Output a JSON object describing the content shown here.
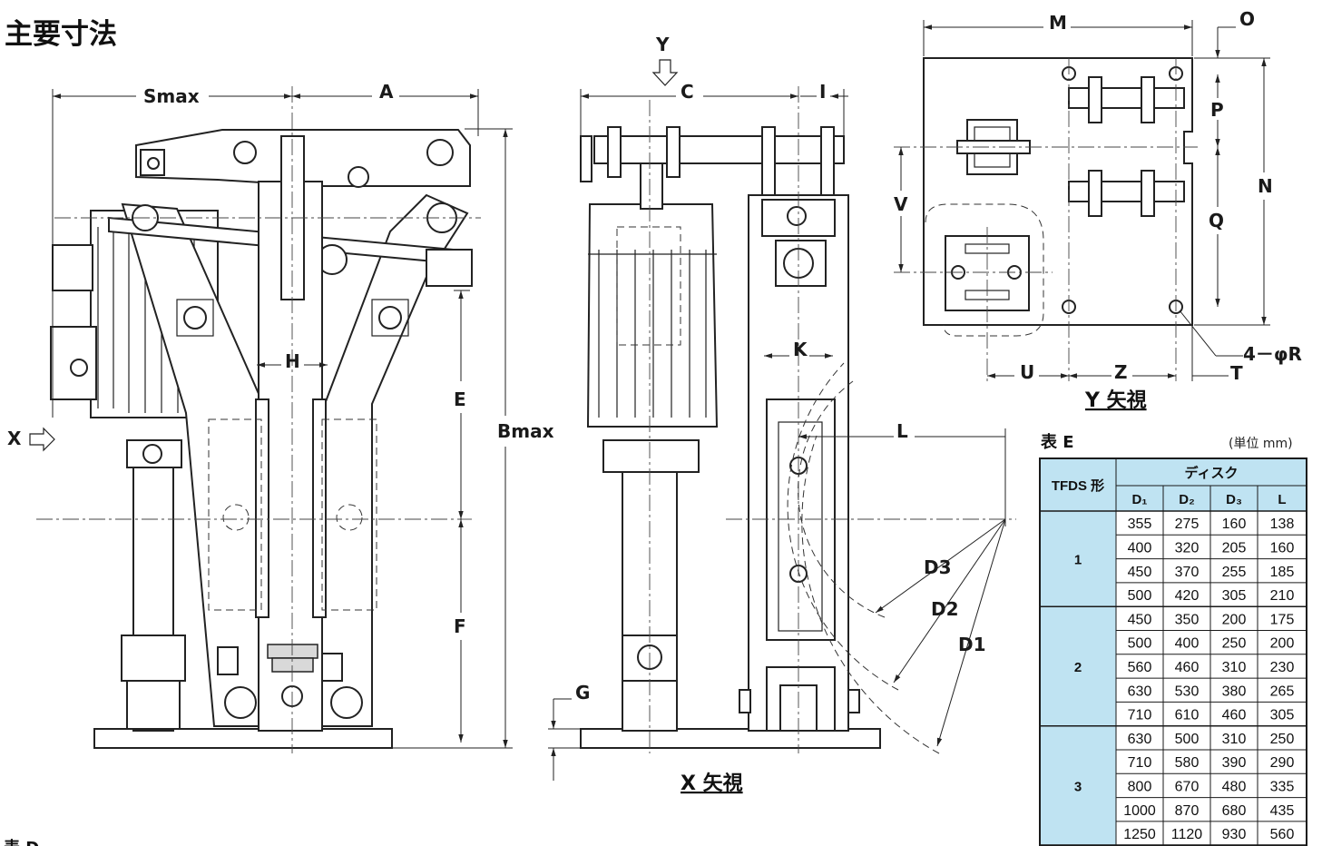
{
  "title": "主要寸法",
  "views": {
    "x_view": "X 矢視",
    "y_view": "Y 矢視"
  },
  "arrows": {
    "x": "X",
    "y": "Y"
  },
  "dimensions": {
    "smax": "Smax",
    "a": "A",
    "bmax": "Bmax",
    "e": "E",
    "f": "F",
    "h": "H",
    "c": "C",
    "i": "I",
    "k": "K",
    "l": "L",
    "g": "G",
    "d1": "D1",
    "d2": "D2",
    "d3": "D3",
    "m": "M",
    "o": "O",
    "n": "N",
    "p": "P",
    "q": "Q",
    "v": "V",
    "u": "U",
    "z": "Z",
    "t": "T",
    "r": "4－φR"
  },
  "table": {
    "caption": "表 E",
    "unit": "(単位 mm)",
    "col_model": "TFDS 形",
    "col_group": "ディスク",
    "cols": [
      "D₁",
      "D₂",
      "D₃",
      "L"
    ],
    "groups": [
      {
        "model": "1",
        "rows": [
          [
            "355",
            "275",
            "160",
            "138"
          ],
          [
            "400",
            "320",
            "205",
            "160"
          ],
          [
            "450",
            "370",
            "255",
            "185"
          ],
          [
            "500",
            "420",
            "305",
            "210"
          ]
        ]
      },
      {
        "model": "2",
        "rows": [
          [
            "450",
            "350",
            "200",
            "175"
          ],
          [
            "500",
            "400",
            "250",
            "200"
          ],
          [
            "560",
            "460",
            "310",
            "230"
          ],
          [
            "630",
            "530",
            "380",
            "265"
          ],
          [
            "710",
            "610",
            "460",
            "305"
          ]
        ]
      },
      {
        "model": "3",
        "rows": [
          [
            "630",
            "500",
            "310",
            "250"
          ],
          [
            "710",
            "580",
            "390",
            "290"
          ],
          [
            "800",
            "670",
            "480",
            "335"
          ],
          [
            "1000",
            "870",
            "680",
            "435"
          ],
          [
            "1250",
            "1120",
            "930",
            "560"
          ]
        ]
      }
    ],
    "header_color": "#bfe3f2",
    "border_color": "#1a1a1a"
  },
  "footer_fragment": "表 D"
}
